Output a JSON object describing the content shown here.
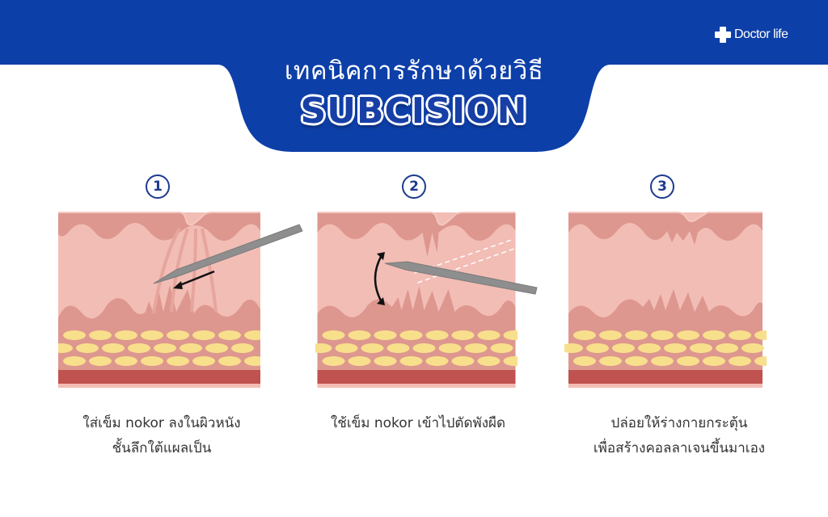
{
  "header": {
    "title_thai": "เทคนิคการรักษาด้วยวิธี",
    "title_english": "SUBCISION",
    "logo_text": "Doctor life",
    "brand_color": "#0d3fa8"
  },
  "steps": [
    {
      "number": "1",
      "caption_line1": "ใส่เข็ม nokor ลงในผิวหนัง",
      "caption_line2": "ชั้นลึกใต้แผลเป็น",
      "illustration": "needle-inserted-under-scar"
    },
    {
      "number": "2",
      "caption_line1": "ใช้เข็ม nokor เข้าไปตัดพังผืด",
      "caption_line2": "",
      "illustration": "needle-cutting-fibrous-bands"
    },
    {
      "number": "3",
      "caption_line1": "ปล่อยให้ร่างกายกระตุ้น",
      "caption_line2": "เพื่อสร้างคอลลาเจนขึ้นมาเอง",
      "illustration": "skin-healed-collagen"
    }
  ],
  "colors": {
    "banner_blue": "#0d3fa8",
    "skin_top": "#e3a39a",
    "dermis": "#f2bdb5",
    "fat_layer": "#dd978f",
    "fat_cells": "#f8df8c",
    "base_muscle": "#c0524f",
    "needle": "#8e8e8e",
    "step_number": "#1d3a8f"
  }
}
